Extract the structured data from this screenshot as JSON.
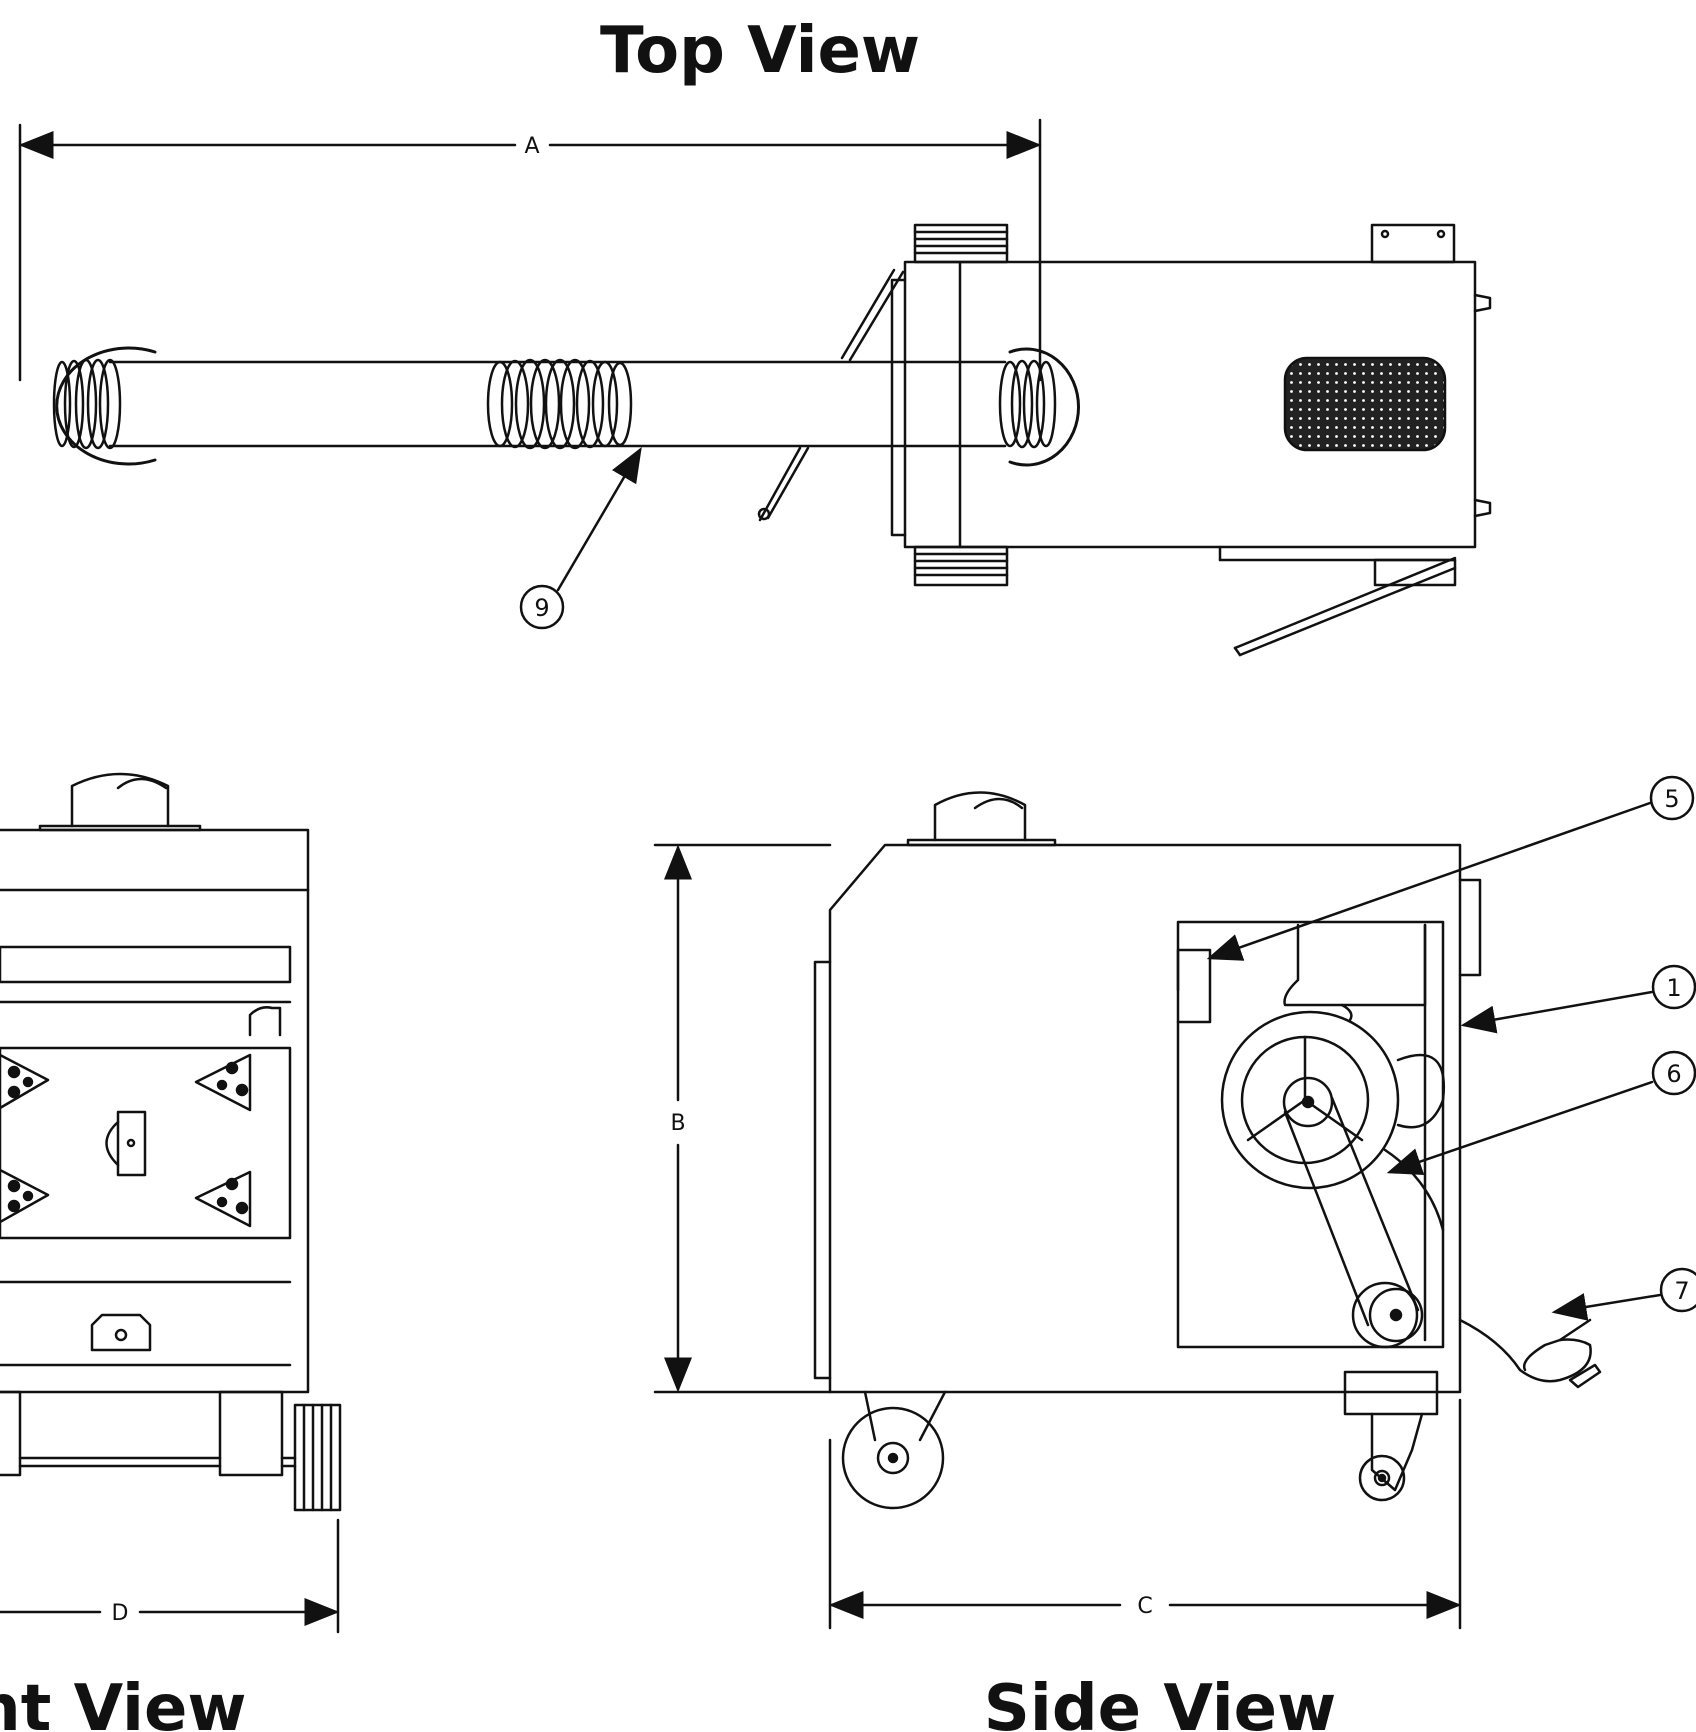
{
  "titles": {
    "top": "Top View",
    "front": "Front View",
    "side": "Side View"
  },
  "dimensions": {
    "a": "A",
    "b": "B",
    "c": "C",
    "d": "D"
  },
  "callouts": {
    "c1": "1",
    "c5": "5",
    "c6": "6",
    "c7": "7",
    "c9": "9"
  },
  "colors": {
    "ink": "#111111",
    "paper": "#ffffff"
  }
}
